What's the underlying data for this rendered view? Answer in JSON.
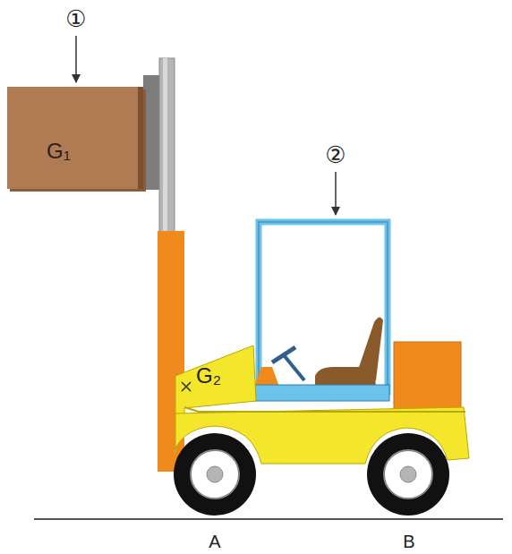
{
  "diagram": {
    "nodes": [
      {
        "text": [
          "G₁"
        ]
      }
    ],
    "labels": [
      "①",
      "②",
      "G₂",
      "A",
      "B"
    ]
  }
}
